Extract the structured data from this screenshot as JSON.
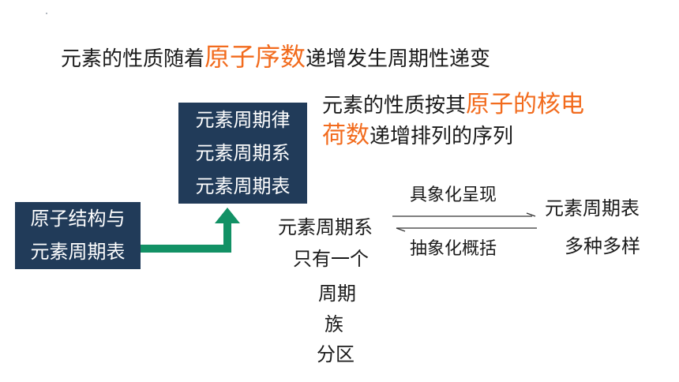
{
  "headline": {
    "prefix": "元素的性质随着",
    "highlight": "原子序数",
    "suffix": "递增发生周期性递变"
  },
  "main_box": {
    "lines": [
      "元素周期律",
      "元素周期系",
      "元素周期表"
    ]
  },
  "description": {
    "prefix": "元素的性质按其",
    "highlight_line1": "原子的核电",
    "highlight_line2": "荷数",
    "suffix": "递增排列的序列"
  },
  "left_box": {
    "lines": [
      "原子结构与",
      "元素周期表"
    ]
  },
  "system": {
    "label": "元素周期系",
    "note": "只有一个"
  },
  "table": {
    "label": "元素周期表",
    "note": "多种多样"
  },
  "relations": {
    "forward": "具象化呈现",
    "backward": "抽象化概括"
  },
  "components": [
    "周期",
    "族",
    "分区"
  ],
  "colors": {
    "highlight": "#f26b1d",
    "box": "#213b59",
    "connector": "#129165"
  }
}
